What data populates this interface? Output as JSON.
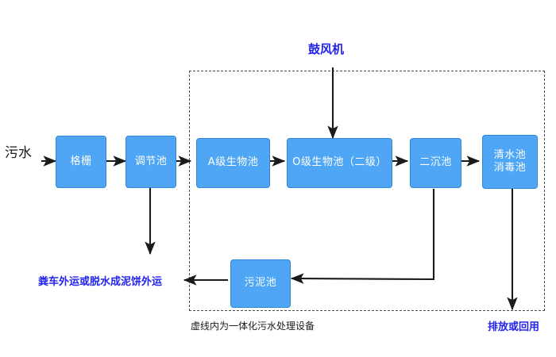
{
  "diagram": {
    "title_visible": false,
    "colors": {
      "node_fill": "#4ea6f5",
      "node_stroke": "#2f86d8",
      "node_text": "#ffffff",
      "arrow": "#1a1a1a",
      "dashed_box": "#4a4a4a",
      "blue_label": "#2323f0",
      "black_label": "#1a1a1a",
      "background": "#ffffff"
    },
    "inflow_label": "污水",
    "blower_label": "鼓风机",
    "dashed_zone_caption": "虚线内为一体化污水处理设备",
    "sludge_outflow_label": "粪车外运或脱水成泥饼外运",
    "effluent_label": "排放或回用",
    "nodes": [
      {
        "id": "grid",
        "label": "格栅"
      },
      {
        "id": "equalize",
        "label": "调节池"
      },
      {
        "id": "a_stage",
        "label": "A级生物池"
      },
      {
        "id": "o_stage",
        "label": "O级生物池（二级）"
      },
      {
        "id": "clarifier",
        "label": "二沉池"
      },
      {
        "id": "clearwater",
        "label": "清水池\n消毒池"
      },
      {
        "id": "sludge",
        "label": "污泥池"
      }
    ],
    "flow_sequence": [
      "污水",
      "格栅",
      "调节池",
      "A级生物池",
      "O级生物池（二级）",
      "二沉池",
      "清水池消毒池",
      "排放或回用"
    ],
    "side_flows": [
      {
        "from": "调节池",
        "to": "粪车外运或脱水成泥饼外运"
      },
      {
        "from": "二沉池",
        "to": "污泥池"
      },
      {
        "from": "污泥池",
        "to": "粪车外运或脱水成泥饼外运"
      },
      {
        "from": "鼓风机",
        "to": "O级生物池（二级）"
      }
    ]
  }
}
